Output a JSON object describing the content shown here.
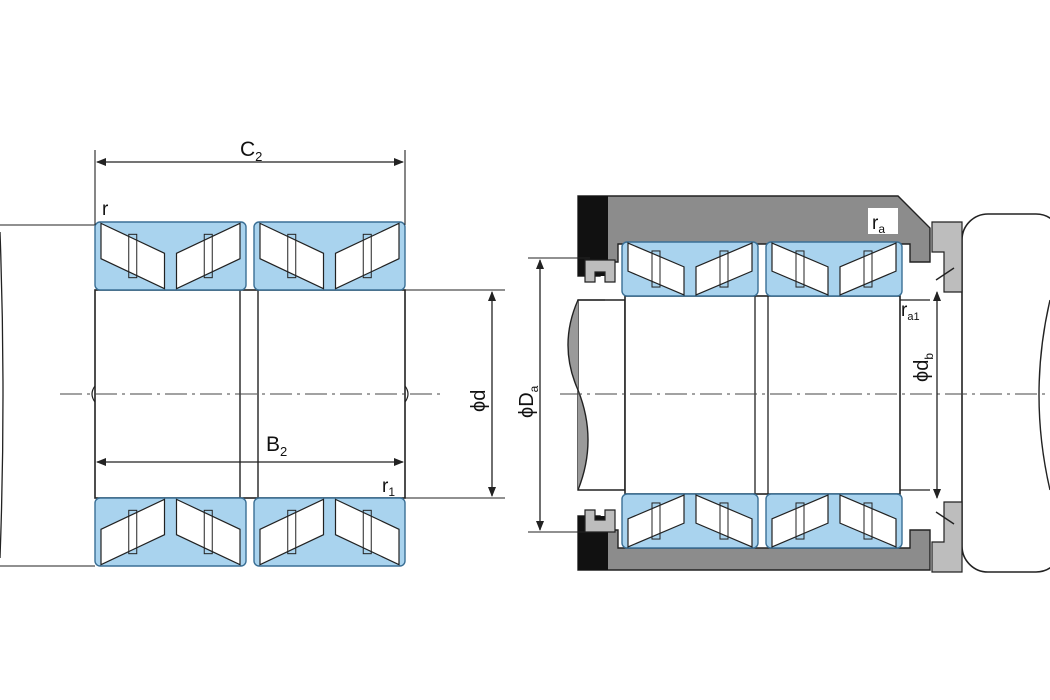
{
  "colors": {
    "ring_fill": "#a9d3ee",
    "ring_stroke": "#3a6f95",
    "roller_fill": "#ffffff",
    "housing": "#8c8c8c",
    "housing_dark": "#111111",
    "shaft": "#9a9a9a",
    "line": "#222222"
  },
  "left_view": {
    "label_c2": "C",
    "label_c2_sub": "2",
    "label_b2": "B",
    "label_b2_sub": "2",
    "label_r": "r",
    "label_r1": "r",
    "label_r1_sub": "1",
    "label_d": "ϕd"
  },
  "right_view": {
    "label_da": "ϕD",
    "label_da_sub": "a",
    "label_db": "ϕd",
    "label_db_sub": "b",
    "label_ra": "r",
    "label_ra_sub": "a",
    "label_ra1": "r",
    "label_ra1_sub": "a1"
  }
}
